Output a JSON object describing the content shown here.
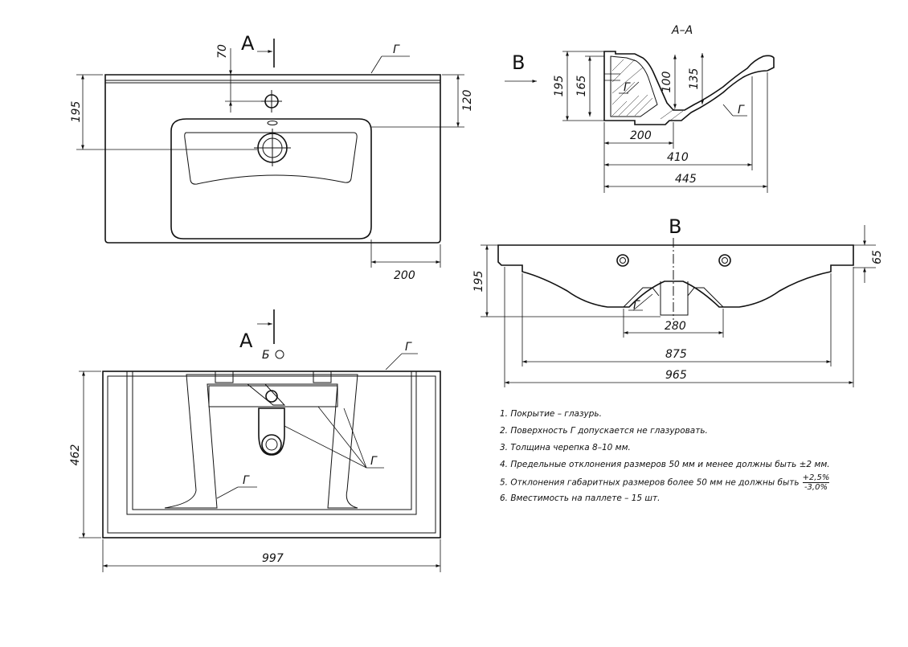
{
  "drawing": {
    "labels": {
      "section_a": "A",
      "section_title": "A–A",
      "view_b": "В",
      "view_b_title": "В",
      "view_b_point": "Б",
      "surface": "Г"
    },
    "dimensions": {
      "top_view": {
        "height_left": "195",
        "hole_offset": "70",
        "right_depth": "120",
        "right_width": "200"
      },
      "section": {
        "d195": "195",
        "d165": "165",
        "d100": "100",
        "d135": "135",
        "d200": "200",
        "d410": "410",
        "d445": "445"
      },
      "front_view": {
        "d195": "195",
        "d65": "65",
        "d280": "280",
        "d875": "875",
        "d965": "965"
      },
      "plan_view": {
        "d462": "462",
        "d997": "997"
      }
    },
    "notes": [
      "1. Покрытие – глазурь.",
      "2. Поверхность Г допускается не глазуровать.",
      "3. Толщина черепка 8–10 мм.",
      "4. Предельные отклонения размеров 50 мм и менее должны быть ±2 мм.",
      "5. Отклонения габаритных размеров более 50 мм не должны быть",
      "6. Вместимость на паллете – 15 шт."
    ],
    "tolerance": {
      "upper": "+2,5%",
      "lower": "-3,0%"
    }
  }
}
